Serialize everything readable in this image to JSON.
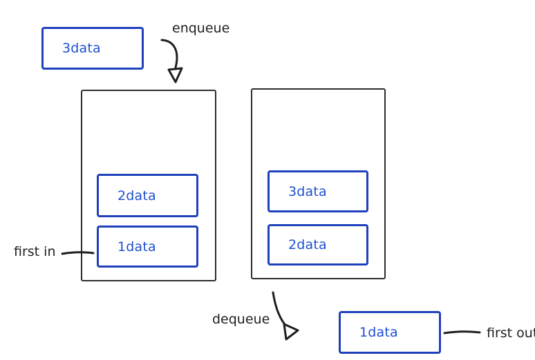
{
  "colors": {
    "node_border": "#1e40bb",
    "node_text": "#1d4ed2",
    "stroke": "#1e1e1e",
    "background": "#ffffff"
  },
  "labels": {
    "enqueue": "enqueue",
    "dequeue": "dequeue",
    "first_in": "first in",
    "first_out": "first out"
  },
  "incoming_node": {
    "label": "3data"
  },
  "queue_before": {
    "items": [
      {
        "label": "2data"
      },
      {
        "label": "1data"
      }
    ]
  },
  "queue_after": {
    "items": [
      {
        "label": "3data"
      },
      {
        "label": "2data"
      }
    ]
  },
  "output_node": {
    "label": "1data"
  }
}
